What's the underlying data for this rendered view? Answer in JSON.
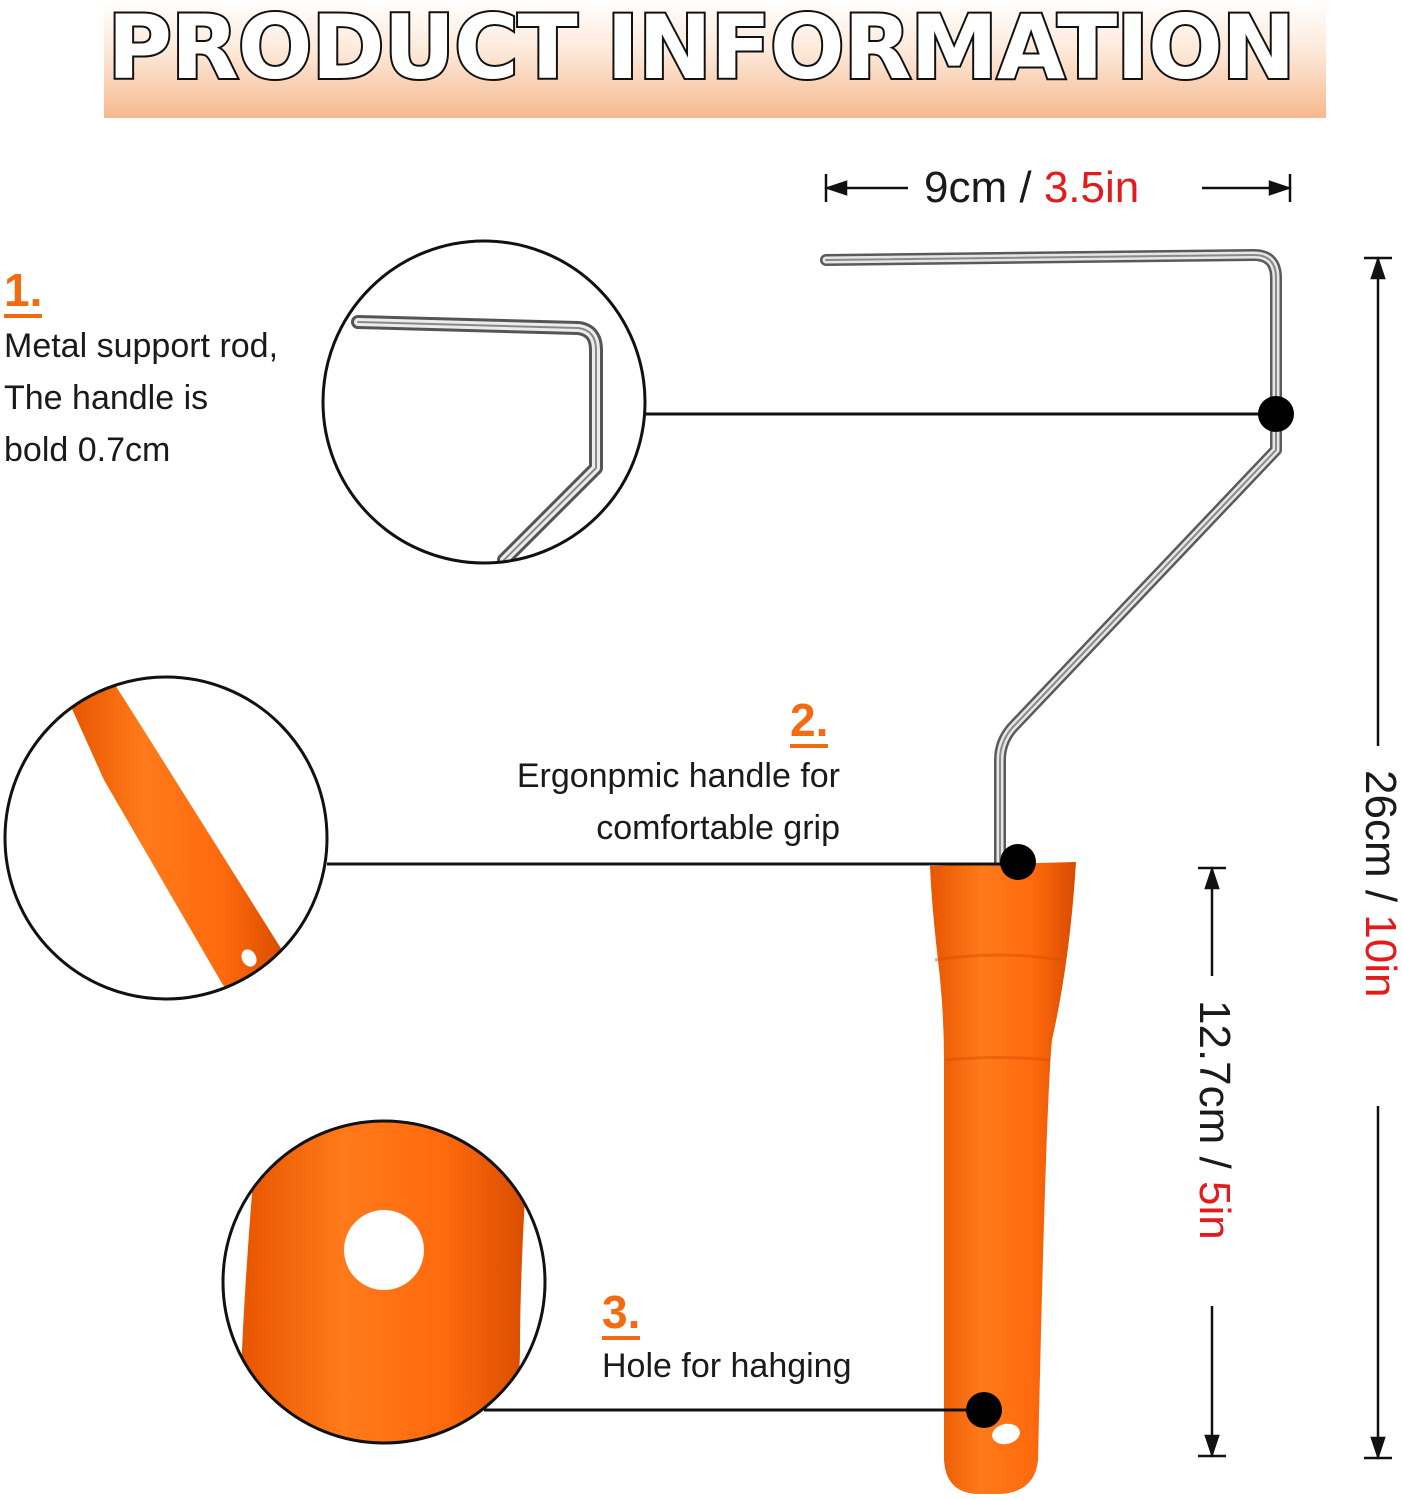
{
  "title": "PRODUCT INFORMATION",
  "features": [
    {
      "number": "1.",
      "text_lines": [
        "Metal support rod,",
        "The handle is",
        "bold 0.7cm"
      ]
    },
    {
      "number": "2.",
      "text_lines": [
        "Ergonpmic handle for",
        "comfortable grip"
      ]
    },
    {
      "number": "3.",
      "text_lines": [
        "Hole for hahging"
      ]
    }
  ],
  "dimensions": {
    "width": {
      "metric": "9cm",
      "separator": "/",
      "imperial": "3.5in"
    },
    "height": {
      "metric": "26cm",
      "separator": "/",
      "imperial": "10in"
    },
    "handle": {
      "metric": "12.7cm",
      "separator": "/",
      "imperial": "5in"
    }
  },
  "colors": {
    "accent": "#f26b10",
    "imperial": "#e41b1b",
    "handle": "#ff6a0d",
    "metal": "#a8a8a8"
  }
}
